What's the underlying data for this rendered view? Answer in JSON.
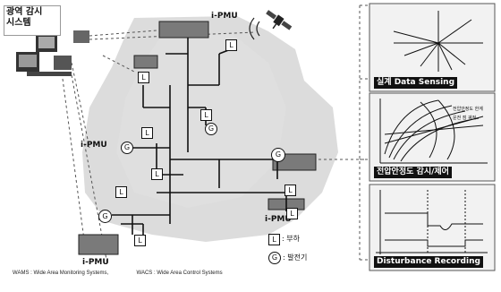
{
  "title_box": {
    "line1": "광역 감시",
    "line2": "시스템"
  },
  "pmu_labels": [
    "i-PMU",
    "i-PMU",
    "i-PMU",
    "i-PMU"
  ],
  "node_labels": {
    "load": "L",
    "generator": "G"
  },
  "legend": {
    "load_text": ": 부하",
    "generator_text": ": 발전기"
  },
  "panels": [
    {
      "label": "실계 Data Sensing"
    },
    {
      "label": "전압안정도 감시/제어"
    },
    {
      "label": "Disturbance Recording"
    }
  ],
  "chart_annotations": [
    "전압안정도 한계",
    "운전 점 궤적"
  ],
  "footer": {
    "wams": "WAMS : Wide Area Monitoring Systems,",
    "wacs": "WACS : Wide Area Control Systems"
  },
  "colors": {
    "ink": "#111111",
    "map_gray": "#cfcfcf",
    "panel_bg": "#f2f2f2"
  }
}
